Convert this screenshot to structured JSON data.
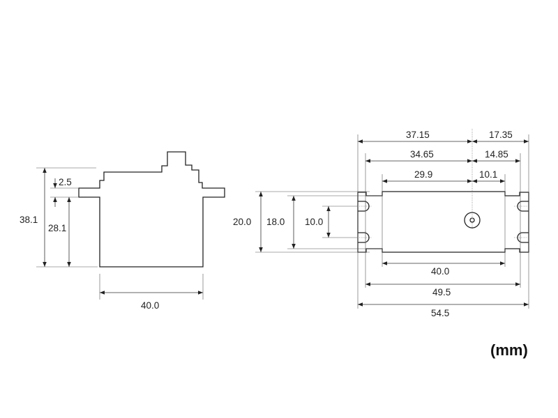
{
  "unit_label": "(mm)",
  "side_view": {
    "total_height": "38.1",
    "flange_thickness": "2.5",
    "body_height_below_flange": "28.1",
    "body_width": "40.0"
  },
  "top_view": {
    "top_dims": {
      "overall_to_center": "37.15",
      "overall_from_center": "17.35",
      "holes_to_center": "34.65",
      "holes_from_center": "14.85",
      "body_to_center": "29.9",
      "body_from_center": "10.1"
    },
    "left_dims": {
      "overall_depth": "20.0",
      "body_depth": "18.0",
      "hole_spacing": "10.0"
    },
    "bottom_dims": {
      "body_length": "40.0",
      "hole_span": "49.5",
      "overall_length": "54.5"
    }
  }
}
